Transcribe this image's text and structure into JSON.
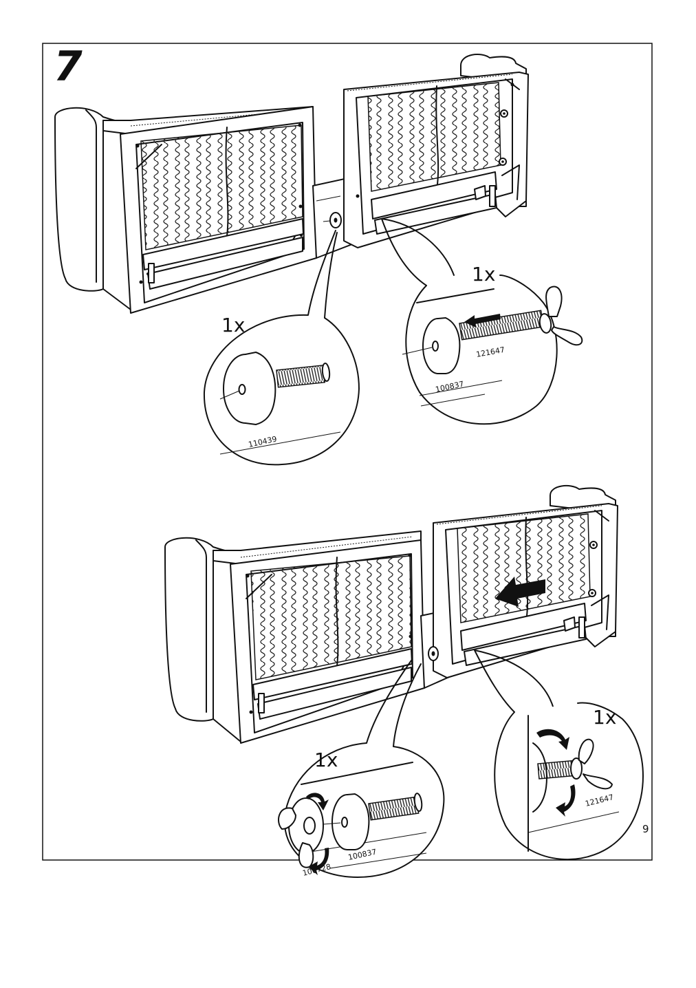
{
  "step": {
    "number": "7"
  },
  "page": {
    "number": "9"
  },
  "callouts": {
    "top_left": {
      "quantity": "1x",
      "part_number": "110439"
    },
    "top_right": {
      "quantity": "1x",
      "part_numbers": [
        "121647",
        "100837"
      ]
    },
    "bottom_middle": {
      "quantity": "1x",
      "part_numbers": [
        "100837",
        "100728"
      ]
    },
    "bottom_right": {
      "quantity": "1x",
      "part_number": "121647"
    }
  }
}
